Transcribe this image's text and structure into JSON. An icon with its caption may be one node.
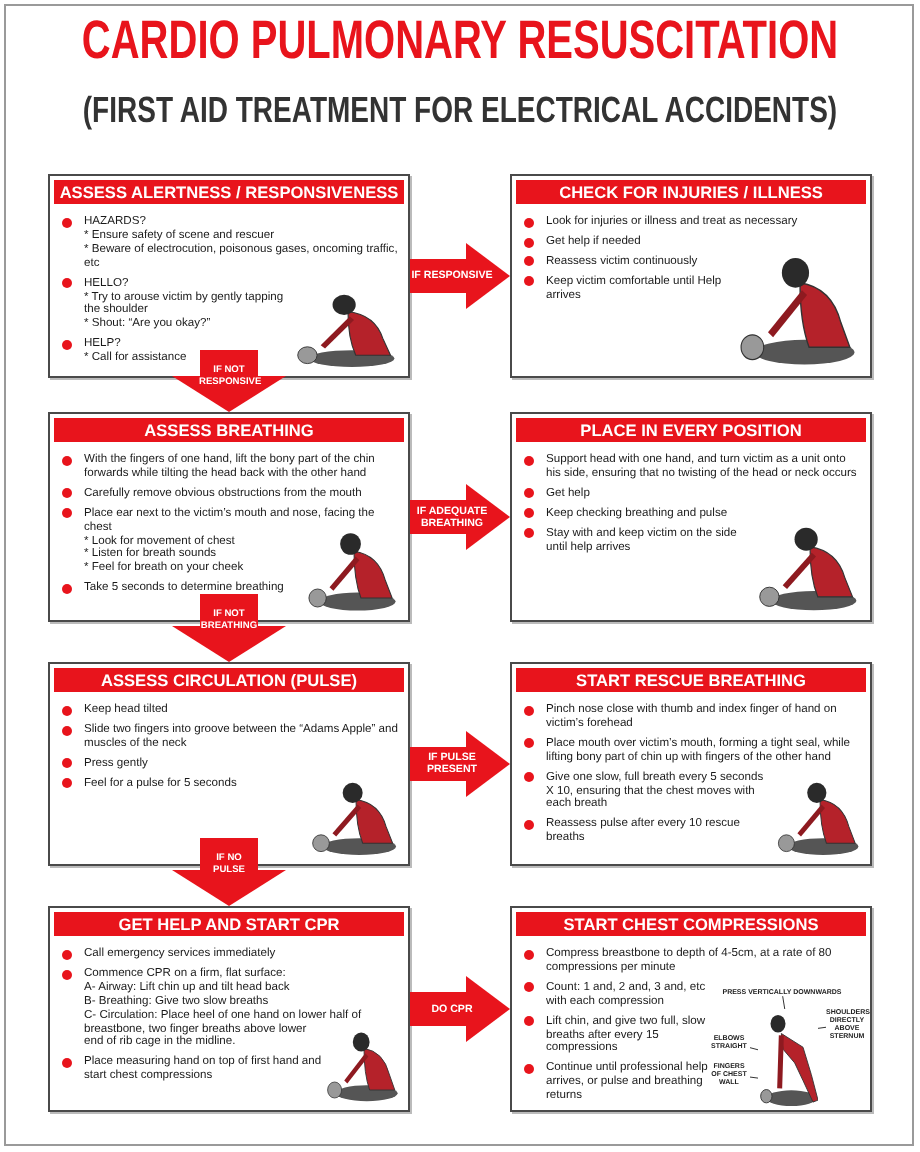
{
  "diagram": {
    "title": "CARDIO PULMONARY RESUSCITATION",
    "nodes": [
      {
        "text": [
          "ASSESS ALERTNESS / RESPONSIVENESS",
          "HAZARDS?",
          "* Ensure safety of scene and rescuer",
          "* Beware of electrocution, poisonous gases, oncoming traffic, etc",
          "HELLO?",
          "* Try to arouse victim by gently tapping the shoulder",
          "* Shout: “Are you okay?”",
          "HELP?",
          "* Call for assistance"
        ]
      },
      {
        "text": [
          "CHECK FOR INJURIES / ILLNESS",
          "Look for injuries or illness and treat as necessary",
          "Get help if needed",
          "Reassess victim continuously",
          "Keep victim comfortable until Help arrives"
        ]
      },
      {
        "text": [
          "ASSESS BREATHING",
          "With the fingers of one hand, lift the bony part of the chin forwards while tilting the head back with the other hand",
          "Carefully remove obvious obstructions from the mouth",
          "Place ear next to the victim’s mouth and nose, facing the chest",
          "* Look for movement of chest",
          "* Listen for breath sounds",
          "* Feel for breath on your cheek",
          "Take 5 seconds to determine breathing"
        ]
      },
      {
        "text": [
          "PLACE IN EVERY POSITION",
          "Support head with one hand, and turn victim as a unit onto his side, ensuring that no twisting of the head or neck occurs",
          "Get help",
          "Keep checking breathing and pulse",
          "Stay with and keep victim on the side until help arrives"
        ]
      },
      {
        "text": [
          "ASSESS CIRCULATION (PULSE)",
          "Keep head tilted",
          "Slide two fingers into groove between the “Adams Apple” and muscles of the neck",
          "Press gently",
          "Feel for a pulse for 5 seconds"
        ]
      },
      {
        "text": [
          "START RESCUE BREATHING",
          "Pinch nose close with thumb and index finger of hand on victim’s forehead",
          "Place mouth over victim’s mouth, forming a tight seal, while lifting bony part of chin up with fingers of the other hand",
          "Give one slow, full breath every 5 seconds X 10, ensuring that the chest moves with each breath",
          "Reassess pulse after every 10 rescue breaths"
        ]
      },
      {
        "text": [
          "GET HELP AND START CPR",
          "Call emergency services immediately",
          "Commence CPR on a firm, flat surface:",
          "A- Airway: Lift chin up and tilt head back",
          "B- Breathing: Give two slow breaths",
          "C- Circulation: Place heel of one hand on lower half of breastbone, two finger breaths above lower end of rib cage in the midline.",
          "Place measuring hand on top of first hand and start chest compressions"
        ]
      },
      {
        "text": [
          "START CHEST COMPRESSIONS",
          "Compress breastbone to depth of 4-5cm, at a rate of 80 compressions per minute",
          "Count: 1 and, 2 and, 3 and, etc with each compression",
          "Lift chin, and give two full, slow breaths after every 15 compressions",
          "Continue until professional help arrives, or pulse and breathing returns"
        ]
      },
      {
        "text": [
          "PRESS VERTICALLY DOWNWARDS"
        ],
        "in": 7
      },
      {
        "text": [
          "SHOULDERS DIRECTLY ABOVE STERNUM"
        ],
        "in": 7
      },
      {
        "text": [
          "ELBOWS STRAIGHT"
        ],
        "in": 7
      },
      {
        "text": [
          "FINGERS OF CHEST WALL"
        ],
        "in": 7
      },
      {
        "text": [],
        "shape": "picture",
        "in": 7
      }
    ],
    "edges": [
      {
        "from": 0,
        "to": 1,
        "arrow": "to",
        "label": "IF RESPONSIVE"
      },
      {
        "from": 0,
        "to": 2,
        "arrow": "to",
        "label": "IF NOT RESPONSIVE"
      },
      {
        "from": 2,
        "to": 3,
        "arrow": "to",
        "label": "IF ADEQUATE BREATHING"
      },
      {
        "from": 2,
        "to": 4,
        "arrow": "to",
        "label": "IF NOT BREATHING"
      },
      {
        "from": 4,
        "to": 5,
        "arrow": "to",
        "label": "IF PULSE PRESENT"
      },
      {
        "from": 4,
        "to": 6,
        "arrow": "to",
        "label": "IF NO PULSE"
      },
      {
        "from": 6,
        "to": 7,
        "arrow": "to",
        "label": "DO CPR"
      },
      {
        "from": 8,
        "to": 12,
        "arrow": "none",
        "color": "#333333"
      },
      {
        "from": 9,
        "to": 12,
        "arrow": "none",
        "color": "#333333"
      },
      {
        "from": 10,
        "to": 12,
        "arrow": "none",
        "color": "#333333"
      },
      {
        "from": 11,
        "to": 12,
        "arrow": "none",
        "color": "#333333"
      }
    ],
    "labels": [
      "(FIRST AID TREATMENT FOR ELECTRICAL ACCIDENTS)"
    ]
  }
}
